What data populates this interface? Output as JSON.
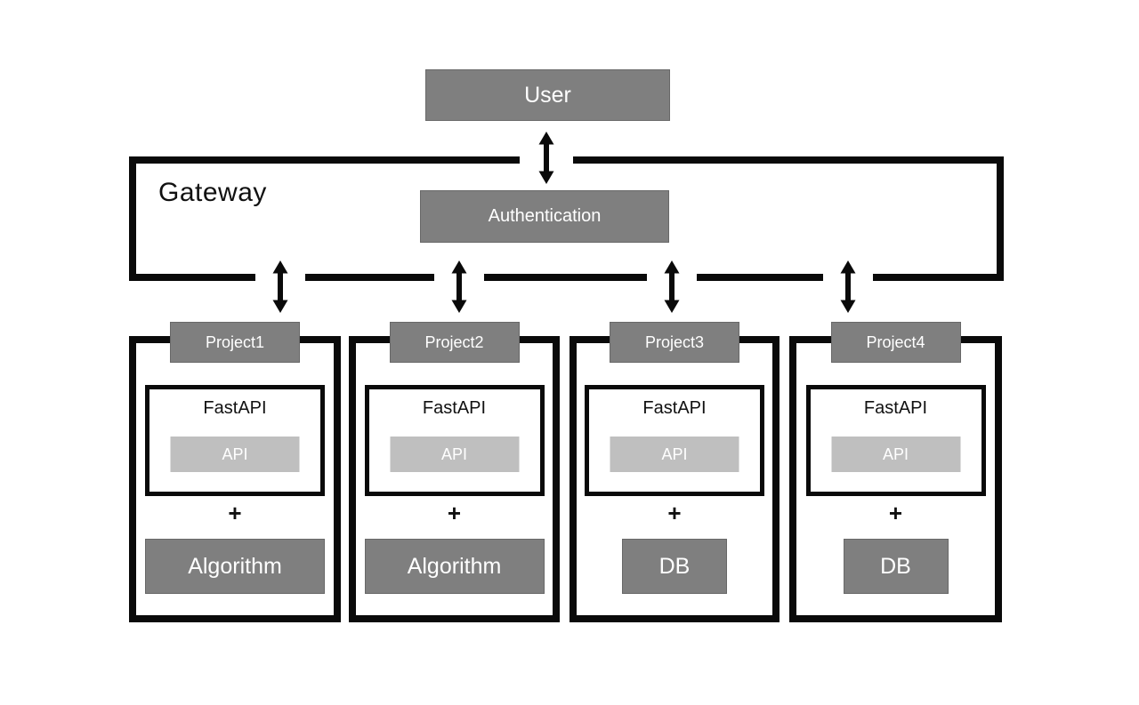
{
  "diagram": {
    "user": {
      "label": "User"
    },
    "gateway": {
      "label": "Gateway",
      "auth_label": "Authentication"
    },
    "fastapi_label": "FastAPI",
    "api_label": "API",
    "plus_symbol": "+",
    "projects": [
      {
        "label": "Project1",
        "component": "Algorithm"
      },
      {
        "label": "Project2",
        "component": "Algorithm"
      },
      {
        "label": "Project3",
        "component": "DB"
      },
      {
        "label": "Project4",
        "component": "DB"
      }
    ],
    "colors": {
      "box_gray": "#7f7f7f",
      "api_light_gray": "#bfbfbf",
      "line_black": "#0a0a0a",
      "text_white": "#ffffff",
      "text_black": "#111111",
      "background": "#ffffff"
    }
  }
}
